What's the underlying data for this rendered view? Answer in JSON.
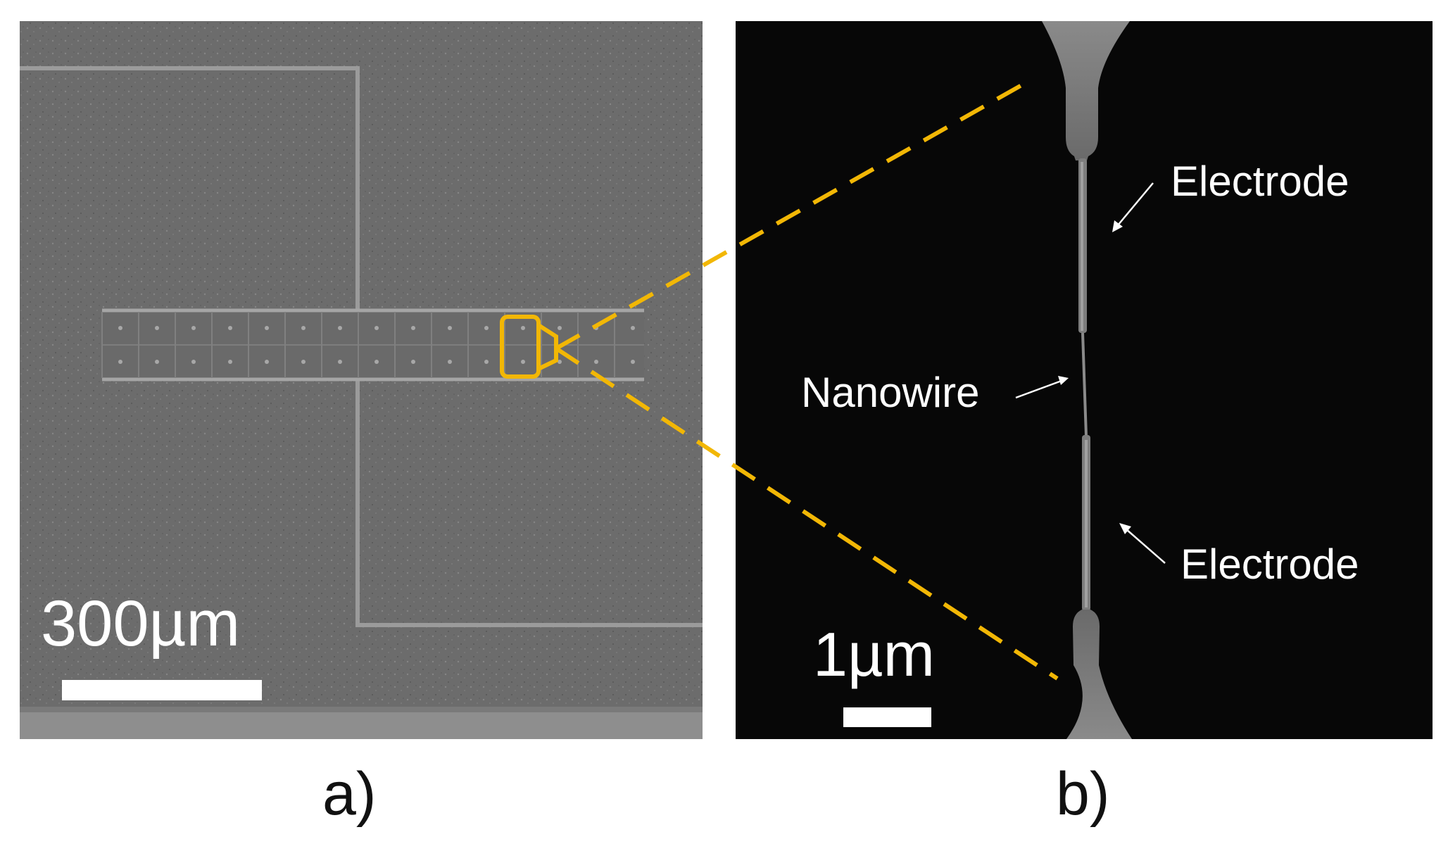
{
  "panel_a": {
    "scale_bar_label": "300µm",
    "caption": "a)"
  },
  "panel_b": {
    "label_electrode_top": "Electrode",
    "label_nanowire": "Nanowire",
    "label_electrode_bottom": "Electrode",
    "scale_bar_label": "1µm",
    "caption": "b)"
  },
  "colors": {
    "highlight": "#F2B705",
    "panel_a_background": "#6e6e6e",
    "panel_b_background": "#080808"
  }
}
